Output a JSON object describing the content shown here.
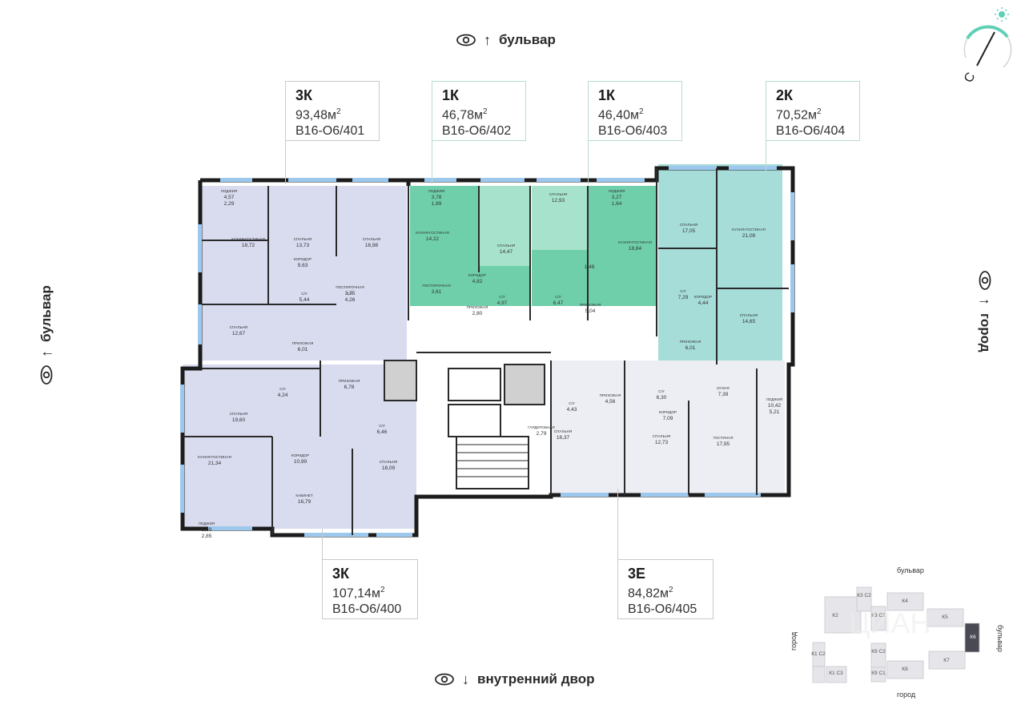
{
  "directions": {
    "top": "бульвар",
    "bottom": "внутренний двор",
    "left": "бульвар",
    "right": "город"
  },
  "compass": {
    "letter": "С",
    "icon": "sun-icon"
  },
  "colors": {
    "violet": "#d9dbef",
    "green": "#6fcfab",
    "teal": "#a6ddd9",
    "lightgray": "#eceef4",
    "wall": "#1c1c1c",
    "window": "#9cc8ee"
  },
  "apartments": [
    {
      "type": "3К",
      "area": "93,48м",
      "code": "В16-О6/401"
    },
    {
      "type": "1К",
      "area": "46,78м",
      "code": "В16-О6/402"
    },
    {
      "type": "1К",
      "area": "46,40м",
      "code": "В16-О6/403"
    },
    {
      "type": "2К",
      "area": "70,52м",
      "code": "В16-О6/404"
    },
    {
      "type": "3К",
      "area": "107,14м",
      "code": "В16-О6/400"
    },
    {
      "type": "3Е",
      "area": "84,82м",
      "code": "В16-О6/405"
    }
  ],
  "area_unit_sup": "2",
  "rooms": [
    {
      "name": "ЛОДЖИЯ",
      "area": "4,57",
      "area2": "2,29"
    },
    {
      "name": "КУХНЯ-ГОСТИНАЯ",
      "area": "18,72"
    },
    {
      "name": "СПАЛЬНЯ",
      "area": "13,73"
    },
    {
      "name": "СПАЛЬНЯ",
      "area": "16,98"
    },
    {
      "name": "КОРИДОР",
      "area": "9,63"
    },
    {
      "name": "С/У",
      "area": "5,44"
    },
    {
      "name": "ПОСТИРОЧНАЯ",
      "area": "3,75"
    },
    {
      "name": "С/У",
      "area": "4,26"
    },
    {
      "name": "СПАЛЬНЯ",
      "area": "12,67"
    },
    {
      "name": "ПРИХОЖАЯ",
      "area": "6,01"
    },
    {
      "name": "ЛОДЖИЯ",
      "area": "3,78",
      "area2": "1,89"
    },
    {
      "name": "КУХНЯ-ГОСТИНАЯ",
      "area": "14,22"
    },
    {
      "name": "СПАЛЬНЯ",
      "area": "14,47"
    },
    {
      "name": "КОРИДОР",
      "area": "4,82"
    },
    {
      "name": "ПОСТИРОЧНАЯ",
      "area": "3,61"
    },
    {
      "name": "С/У",
      "area": "4,97"
    },
    {
      "name": "ПРИХОЖАЯ",
      "area": "2,80"
    },
    {
      "name": "СПАЛЬНЯ",
      "area": "12,93"
    },
    {
      "name": "ЛОДЖИЯ",
      "area": "3,27",
      "area2": "1,64"
    },
    {
      "name": "КУХНЯ-ГОСТИНАЯ",
      "area": "18,84"
    },
    {
      "name": "С/У",
      "area": "6,47"
    },
    {
      "name": "",
      "area": "1,48"
    },
    {
      "name": "ПРИХОЖАЯ",
      "area": "5,04"
    },
    {
      "name": "СПАЛЬНЯ",
      "area": "17,05"
    },
    {
      "name": "КУХНЯ-ГОСТИНАЯ",
      "area": "21,08"
    },
    {
      "name": "С/У",
      "area": "7,29"
    },
    {
      "name": "КОРИДОР",
      "area": "4,44"
    },
    {
      "name": "СПАЛЬНЯ",
      "area": "14,65"
    },
    {
      "name": "ПРИХОЖАЯ",
      "area": "6,01"
    },
    {
      "name": "С/У",
      "area": "4,24"
    },
    {
      "name": "ПРИХОЖАЯ",
      "area": "6,78"
    },
    {
      "name": "СПАЛЬНЯ",
      "area": "19,60"
    },
    {
      "name": "С/У",
      "area": "6,46"
    },
    {
      "name": "КУХНЯ-ГОСТИНАЯ",
      "area": "21,34"
    },
    {
      "name": "КОРИДОР",
      "area": "10,99"
    },
    {
      "name": "СПАЛЬНЯ",
      "area": "18,09"
    },
    {
      "name": "КАБИНЕТ",
      "area": "16,79"
    },
    {
      "name": "ЛОДЖИЯ",
      "area": "5,69",
      "area2": "2,85"
    },
    {
      "name": "ПРИХОЖАЯ",
      "area": "4,56"
    },
    {
      "name": "С/У",
      "area": "4,43"
    },
    {
      "name": "ГАРДЕРОБНАЯ",
      "area": "2,79"
    },
    {
      "name": "СПАЛЬНЯ",
      "area": "16,37"
    },
    {
      "name": "С/У",
      "area": "6,30"
    },
    {
      "name": "КОРИДОР",
      "area": "7,09"
    },
    {
      "name": "СПАЛЬНЯ",
      "area": "12,73"
    },
    {
      "name": "КУХНЯ",
      "area": "7,39"
    },
    {
      "name": "ГОСТИНАЯ",
      "area": "17,95"
    },
    {
      "name": "ЛОДЖИЯ",
      "area": "10,42",
      "area2": "5,21"
    }
  ],
  "keyplan": {
    "labels": {
      "top": "бульвар",
      "bottom": "город",
      "left": "город",
      "right": "бульвар"
    },
    "sections": [
      "К2",
      "К3 С2",
      "К3 С1",
      "К4",
      "К5",
      "К6",
      "К7",
      "К8",
      "К9 С2",
      "К9 С1",
      "К1 С2",
      "К1 С3"
    ],
    "highlighted": "К6",
    "watermark": "ЦИАН"
  }
}
